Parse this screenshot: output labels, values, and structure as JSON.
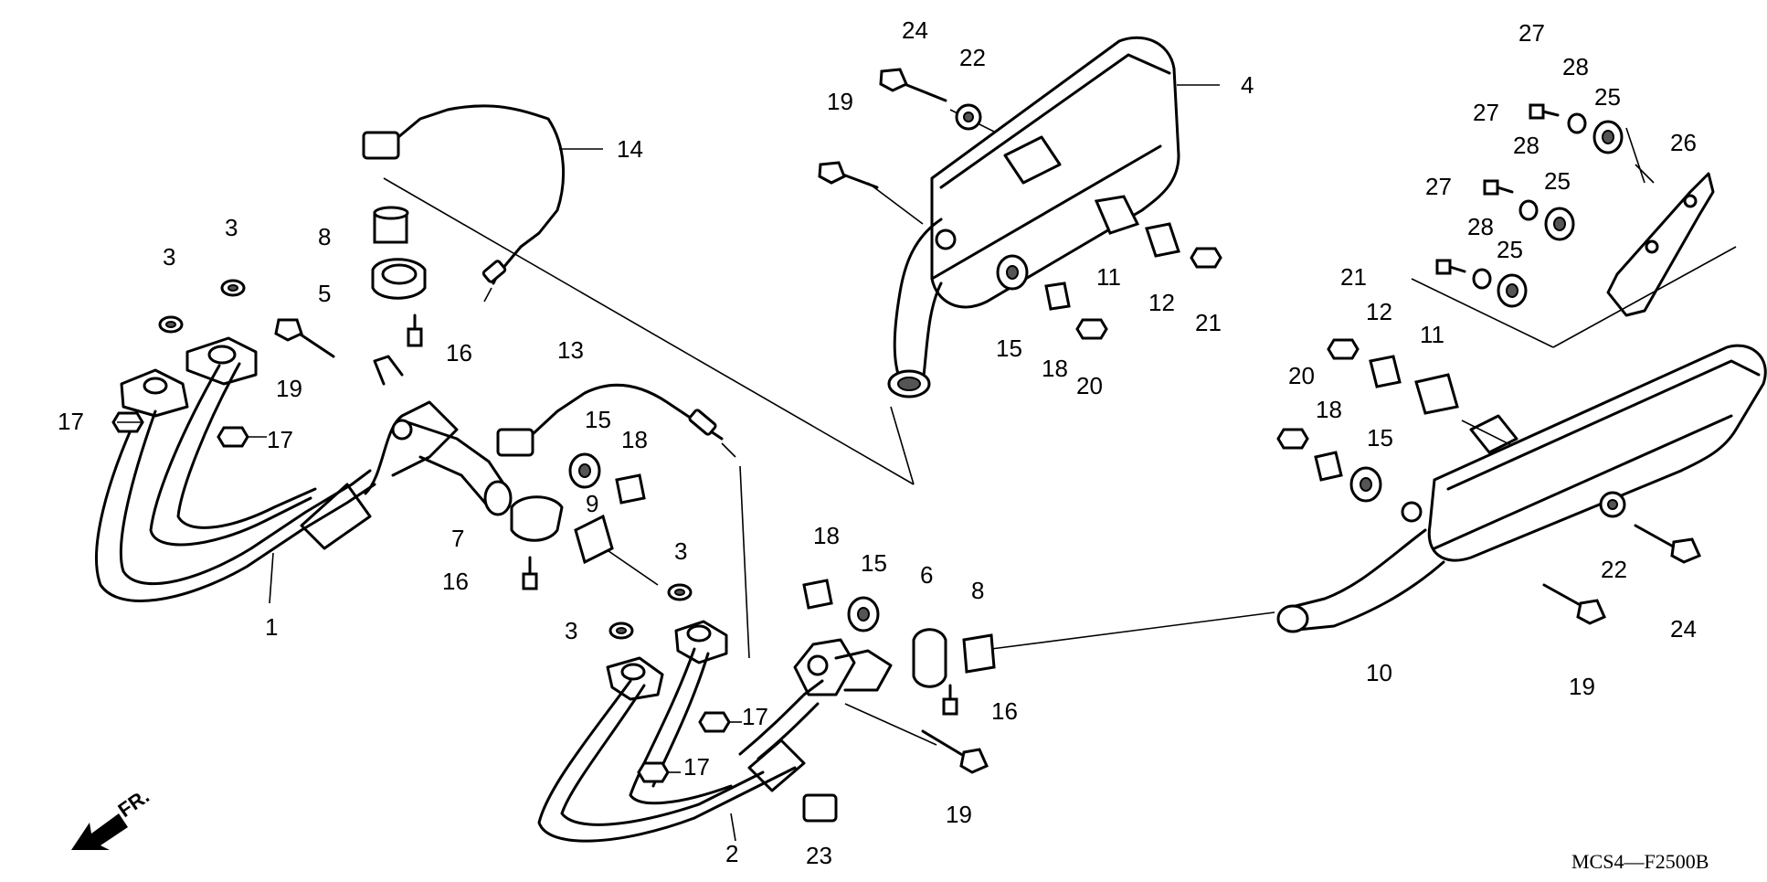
{
  "diagram_code": "MCS4—F2500B",
  "direction_label": "FR.",
  "callouts": {
    "c1": "1",
    "c2": "2",
    "c3a": "3",
    "c3b": "3",
    "c3c": "3",
    "c3d": "3",
    "c4": "4",
    "c5": "5",
    "c6": "6",
    "c7": "7",
    "c8a": "8",
    "c8b": "8",
    "c9": "9",
    "c10": "10",
    "c11a": "11",
    "c11b": "11",
    "c12a": "12",
    "c12b": "12",
    "c13": "13",
    "c14": "14",
    "c15a": "15",
    "c15b": "15",
    "c15c": "15",
    "c15d": "15",
    "c16a": "16",
    "c16b": "16",
    "c16c": "16",
    "c17a": "17",
    "c17b": "17",
    "c17c": "17",
    "c17d": "17",
    "c18a": "18",
    "c18b": "18",
    "c18c": "18",
    "c18d": "18",
    "c19a": "19",
    "c19b": "19",
    "c19c": "19",
    "c19d": "19",
    "c20a": "20",
    "c20b": "20",
    "c21a": "21",
    "c21b": "21",
    "c22a": "22",
    "c22b": "22",
    "c23": "23",
    "c24a": "24",
    "c24b": "24",
    "c25a": "25",
    "c25b": "25",
    "c25c": "25",
    "c26": "26",
    "c27a": "27",
    "c27b": "27",
    "c27c": "27",
    "c28a": "28",
    "c28b": "28",
    "c28c": "28"
  }
}
